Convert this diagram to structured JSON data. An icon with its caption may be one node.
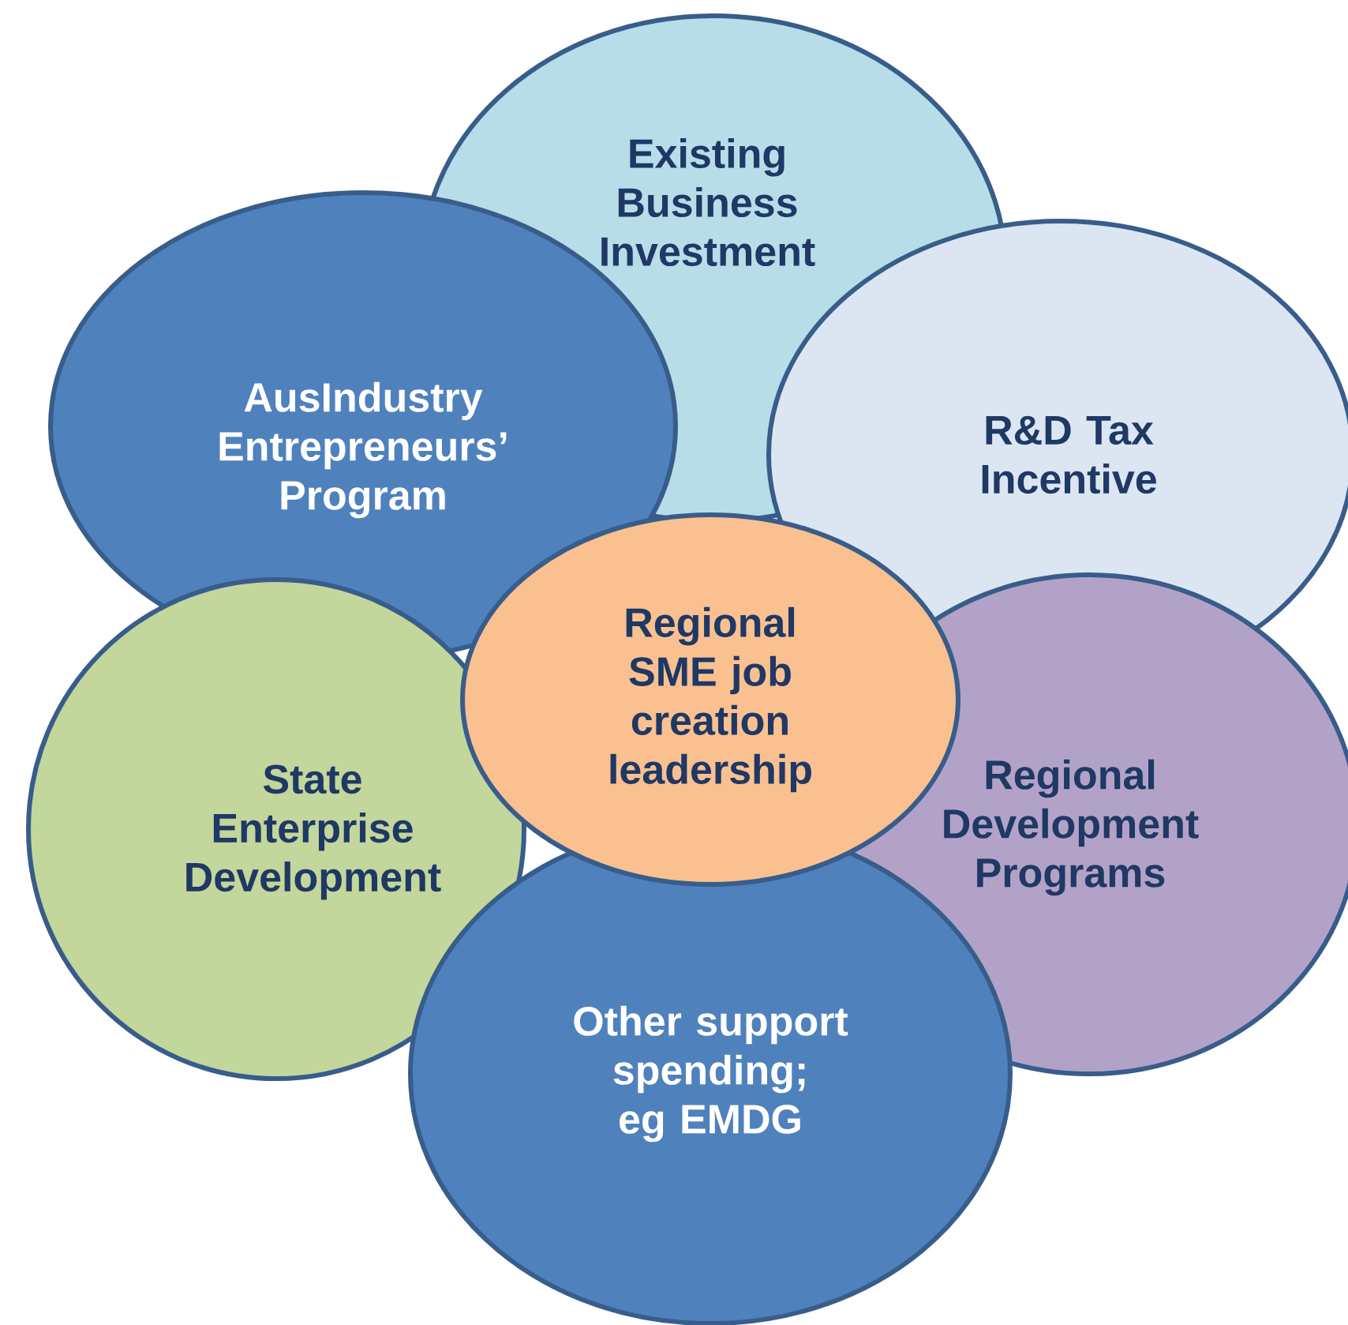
{
  "diagram": {
    "nodes": [
      {
        "text": [
          "Existing Business Investment"
        ]
      },
      {
        "text": [
          "AusIndustry Entrepreneurs’ Program"
        ]
      },
      {
        "text": [
          "R&D Tax Incentive"
        ]
      },
      {
        "text": [
          "State Enterprise Development"
        ]
      },
      {
        "text": [
          "Regional Development Programs"
        ]
      },
      {
        "text": [
          "Other support spending; eg EMDG"
        ]
      },
      {
        "text": [
          "Regional SME job creation leadership"
        ]
      }
    ]
  }
}
